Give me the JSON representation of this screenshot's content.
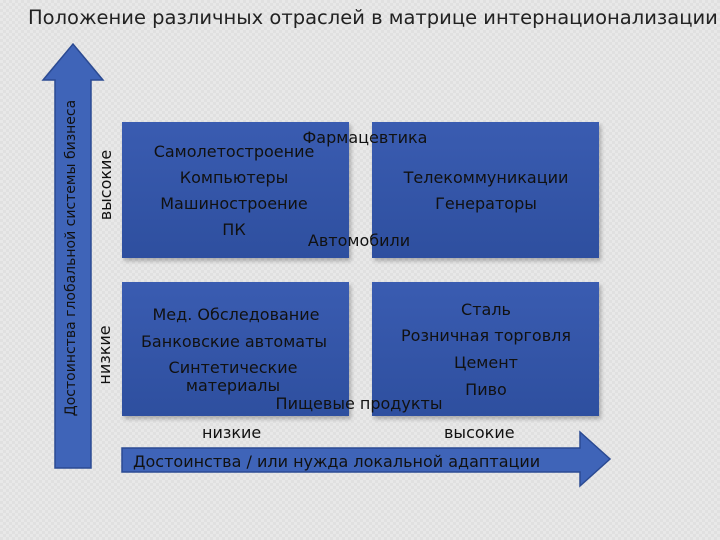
{
  "title": "Положение различных отраслей в матрице интернационализации",
  "y_axis": {
    "label": "Достоинства глобальной системы бизнеса",
    "high": "высокие",
    "low": "низкие"
  },
  "x_axis": {
    "label": "Достоинства / или нужда локальной адаптации",
    "low": "низкие",
    "high": "высокие"
  },
  "quadrants": {
    "top_left": [
      "Самолетостроение",
      "Компьютеры",
      "Машиностроение",
      "ПК"
    ],
    "top_boundary": [
      "Фармацевтика",
      "Автомобили"
    ],
    "top_right": [
      "Телекоммуникации",
      "Генераторы"
    ],
    "bottom_left": [
      "Мед. Обследование",
      "Банковские автоматы",
      "Синтетические",
      "материалы"
    ],
    "bottom_right": [
      "Сталь",
      "Розничная торговля",
      "Цемент",
      "Пиво"
    ],
    "bottom_boundary": [
      "Пищевые продукты"
    ]
  },
  "colors": {
    "quadrant": "#3a5cb1",
    "arrow": "#3f64b8",
    "arrow_border": "#2b4a92"
  }
}
